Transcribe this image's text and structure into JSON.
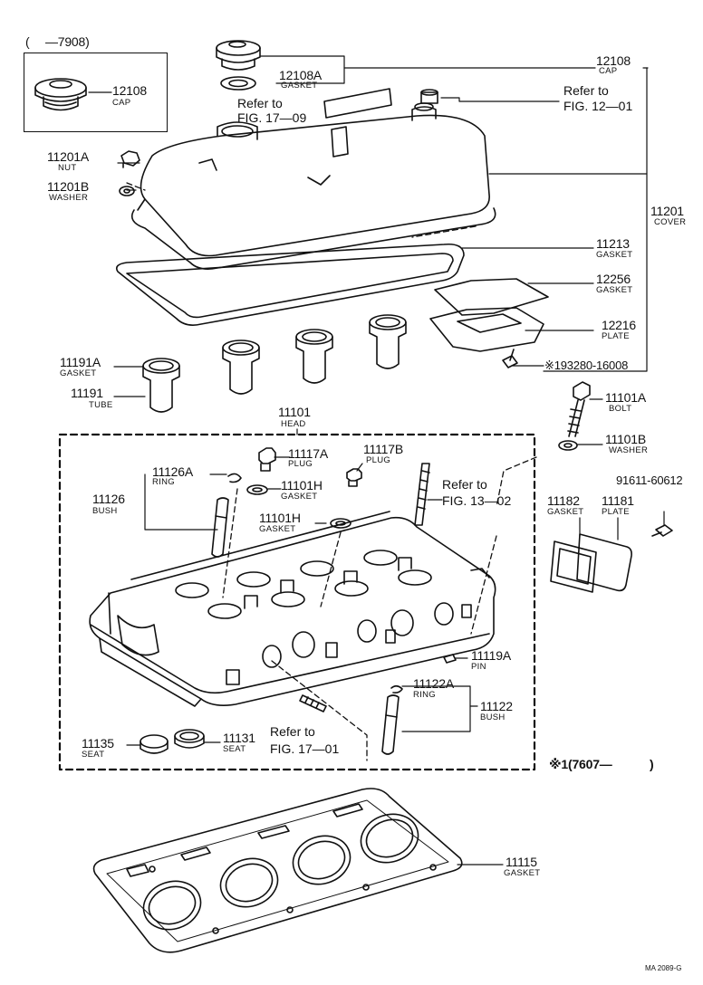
{
  "inset": {
    "date_range": "(　 —7908)",
    "cap_number": "12108",
    "cap_name": "CAP"
  },
  "parts": {
    "cap_12108": {
      "number": "12108",
      "name": "CAP"
    },
    "gasket_12108a": {
      "number": "12108A",
      "name": "GASKET"
    },
    "nut_11201a": {
      "number": "11201A",
      "name": "NUT"
    },
    "washer_11201b": {
      "number": "11201B",
      "name": "WASHER"
    },
    "cover_11201": {
      "number": "11201",
      "name": "COVER"
    },
    "gasket_11213": {
      "number": "11213",
      "name": "GASKET"
    },
    "gasket_12256": {
      "number": "12256",
      "name": "GASKET"
    },
    "plate_12216": {
      "number": "12216",
      "name": "PLATE"
    },
    "screw_193280": {
      "number": "※193280-16008"
    },
    "gasket_11191a": {
      "number": "11191A",
      "name": "GASKET"
    },
    "tube_11191": {
      "number": "11191",
      "name": "TUBE"
    },
    "head_11101": {
      "number": "11101",
      "name": "HEAD"
    },
    "bolt_11101a": {
      "number": "11101A",
      "name": "BOLT"
    },
    "washer_11101b": {
      "number": "11101B",
      "name": "WASHER"
    },
    "plug_11117a": {
      "number": "11117A",
      "name": "PLUG"
    },
    "plug_11117b": {
      "number": "11117B",
      "name": "PLUG"
    },
    "ring_11126a": {
      "number": "11126A",
      "name": "RING"
    },
    "gasket_11101h_1": {
      "number": "11101H",
      "name": "GASKET"
    },
    "gasket_11101h_2": {
      "number": "11101H",
      "name": "GASKET"
    },
    "bush_11126": {
      "number": "11126",
      "name": "BUSH"
    },
    "bolt_91611": {
      "number": "91611-60612"
    },
    "gasket_11182": {
      "number": "11182",
      "name": "GASKET"
    },
    "plate_11181": {
      "number": "11181",
      "name": "PLATE"
    },
    "pin_11119a": {
      "number": "11119A",
      "name": "PIN"
    },
    "ring_11122a": {
      "number": "11122A",
      "name": "RING"
    },
    "bush_11122": {
      "number": "11122",
      "name": "BUSH"
    },
    "seat_11135": {
      "number": "11135",
      "name": "SEAT"
    },
    "seat_11131": {
      "number": "11131",
      "name": "SEAT"
    },
    "gasket_11115": {
      "number": "11115",
      "name": "GASKET"
    }
  },
  "references": {
    "fig_17_09": {
      "line1": "Refer to",
      "line2": "FIG. 17—09"
    },
    "fig_12_01": {
      "line1": "Refer to",
      "line2": "FIG. 12—01"
    },
    "fig_13_02": {
      "line1": "Refer to",
      "line2": "FIG. 13—02"
    },
    "fig_17_01": {
      "line1": "Refer to",
      "line2": "FIG. 17—01"
    }
  },
  "footnote": "※1(7607—　　　)",
  "drawing_code": "MA 2089-G"
}
